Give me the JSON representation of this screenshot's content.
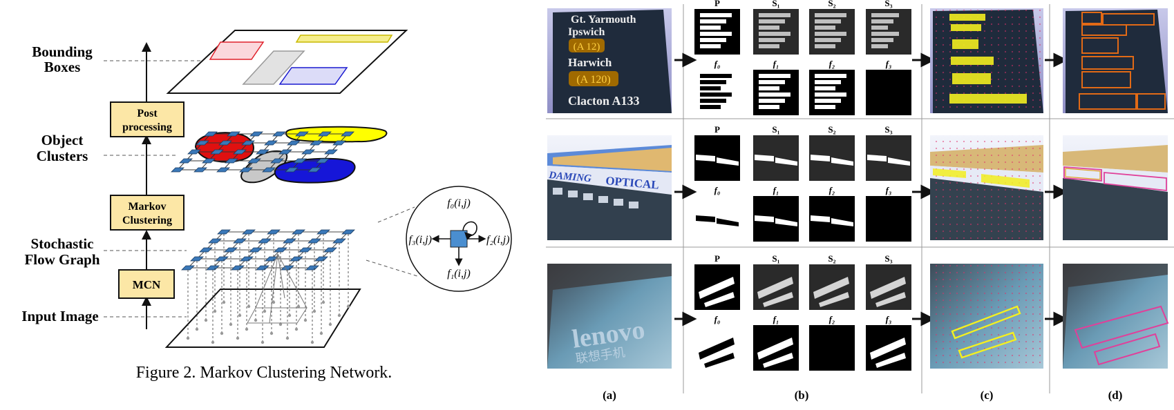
{
  "figure2": {
    "levels": {
      "bounding_boxes": [
        "Bounding",
        "Boxes"
      ],
      "object_clusters": [
        "Object",
        "Clusters"
      ],
      "stochastic_flow_graph": [
        "Stochastic",
        "Flow Graph"
      ],
      "input_image": "Input Image"
    },
    "stages": {
      "post_processing": [
        "Post",
        "processing"
      ],
      "markov_clustering": [
        "Markov",
        "Clustering"
      ],
      "mcn": "MCN"
    },
    "flow_labels": {
      "f0": "f₀(i,j)",
      "f1": "f₁(i,j)",
      "f2": "f₂(i,j)",
      "f3": "f₃(i,j)"
    },
    "caption": "Figure 2. Markov Clustering Network.",
    "colors": {
      "stage_fill": "#fce7a6",
      "node": "#3a78b8",
      "cluster_red": "#e01010",
      "cluster_yellow": "#ffff00",
      "cluster_gray": "#c8c8c8",
      "cluster_blue": "#1616d8"
    }
  },
  "figure3": {
    "map_labels": {
      "top": [
        "P",
        "S₁",
        "S₂",
        "S₃"
      ],
      "bottom": [
        "f₀",
        "f₁",
        "f₂",
        "f₃"
      ]
    },
    "columns": [
      "(a)",
      "(b)",
      "(c)",
      "(d)"
    ],
    "row1_sign": [
      "Gt. Yarmouth",
      "Ipswich",
      "(A 12)",
      "Harwich",
      "(A 120)",
      "Clacton A133"
    ],
    "row2_sign": [
      "DAMING",
      "OPTICAL"
    ],
    "row3_logo": [
      "lenovo",
      "联想手机"
    ]
  }
}
